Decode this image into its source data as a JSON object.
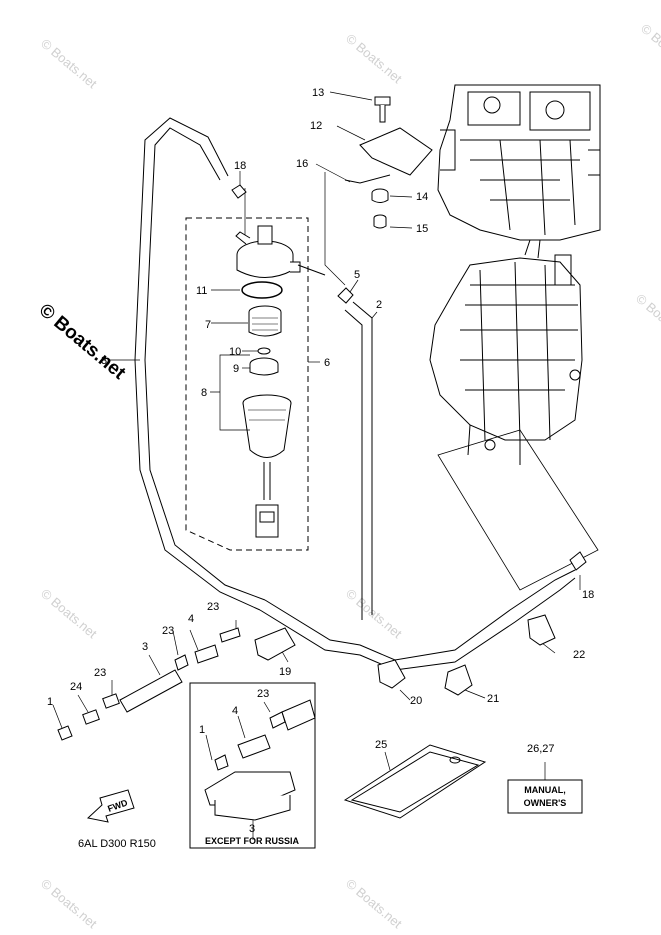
{
  "watermark": "© Boats.net",
  "diagram_code": "6AL D300 R150",
  "fwd_label": "FWD",
  "except_label": "EXCEPT FOR RUSSIA",
  "manual_label_line1": "MANUAL,",
  "manual_label_line2": "OWNER'S",
  "callouts": {
    "c1": "1",
    "c1b": "1",
    "c2": "2",
    "c3": "3",
    "c3b": "3",
    "c4": "4",
    "c4b": "4",
    "c5": "5",
    "c6": "6",
    "c7": "7",
    "c8": "8",
    "c9": "9",
    "c10": "10",
    "c11": "11",
    "c12": "12",
    "c13": "13",
    "c14": "14",
    "c15": "15",
    "c16": "16",
    "c18": "18",
    "c18b": "18",
    "c19": "19",
    "c20": "20",
    "c21": "21",
    "c22": "22",
    "c23a": "23",
    "c23b": "23",
    "c23c": "23",
    "c23d": "23",
    "c24": "24",
    "c25": "25",
    "c2627": "26,27"
  }
}
